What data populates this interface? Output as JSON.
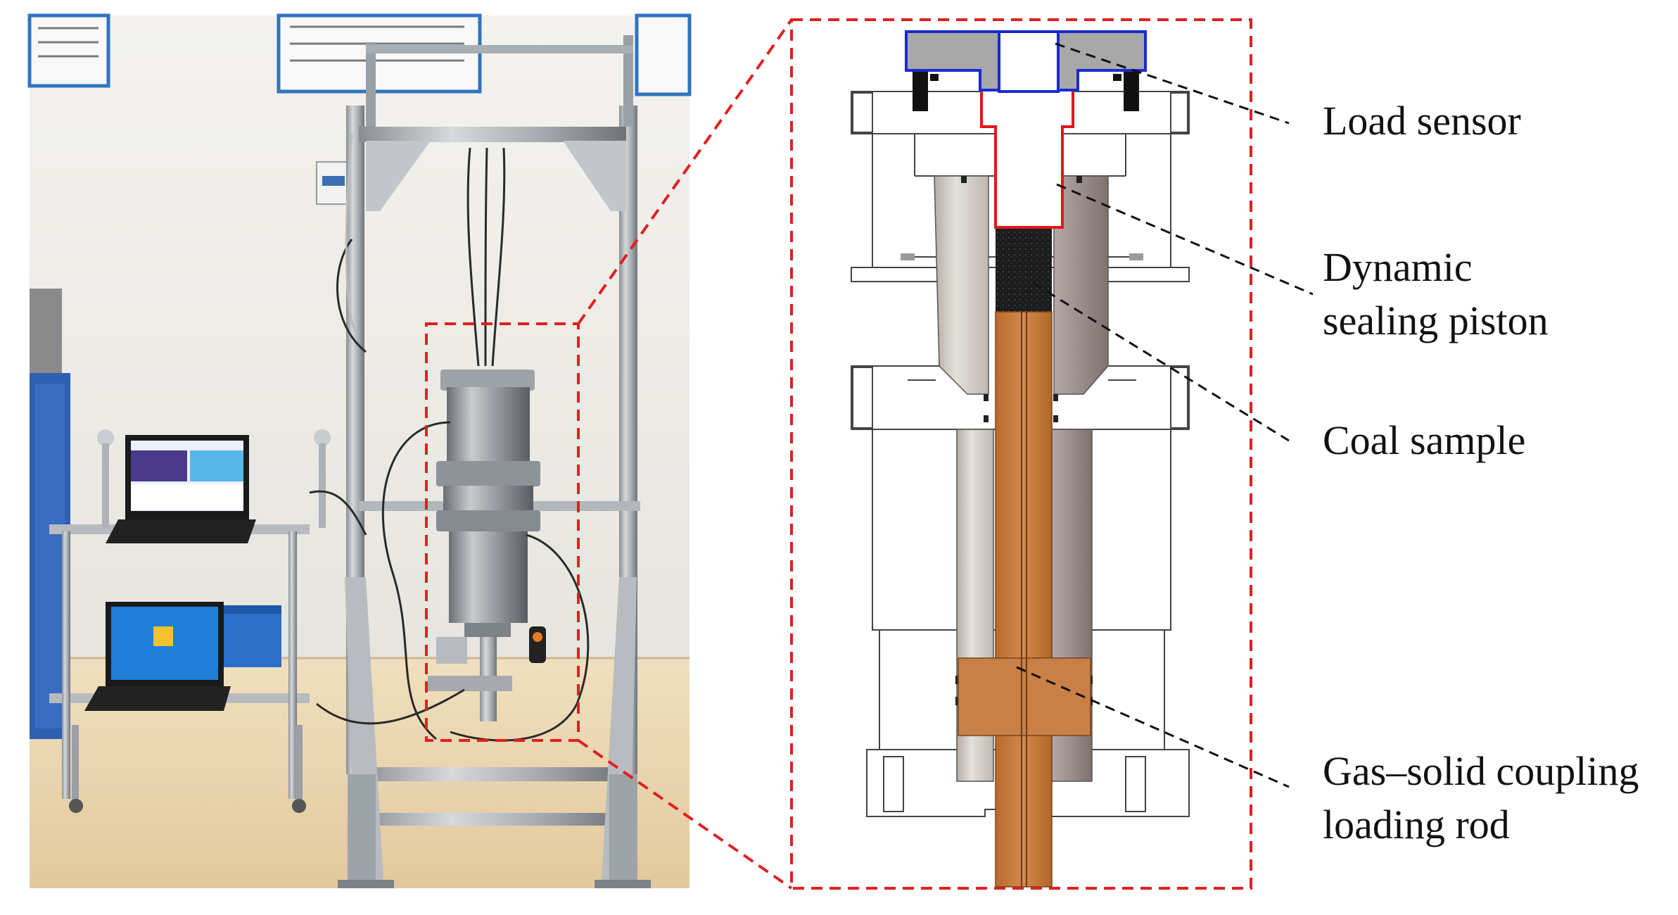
{
  "figure": {
    "labels": [
      "Load sensor",
      "Dynamic\nsealing piston",
      "Coal sample",
      "Gas–solid coupling\nloading rod"
    ]
  },
  "colors": {
    "callout_box": "#e02020",
    "load_sensor_outline": "#1a2ad0",
    "load_sensor_fill": "#a8a8a8",
    "piston_outline": "#e01818",
    "coal": "#1c1c1c",
    "loading_rod": "#c97a3c",
    "frame": "#c4c8cc",
    "wall": "#ecebe6",
    "floor": "#ead7b4"
  }
}
